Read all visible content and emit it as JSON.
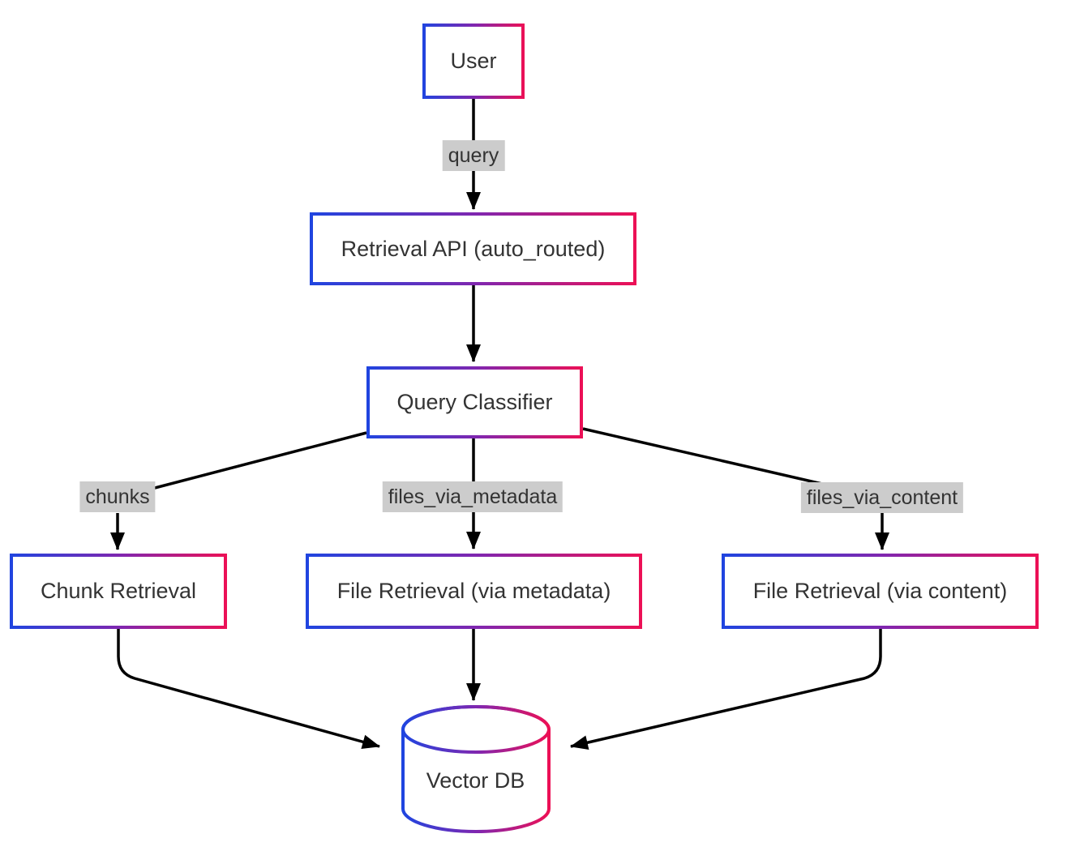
{
  "diagram": {
    "type": "flowchart",
    "background": "#ffffff",
    "node_border_gradient": {
      "left": "#1f45e0",
      "middle": "#8226ae",
      "right": "#ed1055"
    },
    "node_fill": "#ffffff",
    "text_color": "#333333",
    "edge_color": "#000000",
    "edge_label_background": "#cccccc",
    "nodes": [
      {
        "id": "user",
        "label": "User",
        "shape": "rect"
      },
      {
        "id": "retrieval_api",
        "label": "Retrieval API (auto_routed)",
        "shape": "rect"
      },
      {
        "id": "query_classifier",
        "label": "Query Classifier",
        "shape": "rect"
      },
      {
        "id": "chunk_retrieval",
        "label": "Chunk Retrieval",
        "shape": "rect"
      },
      {
        "id": "file_retrieval_metadata",
        "label": "File Retrieval (via metadata)",
        "shape": "rect"
      },
      {
        "id": "file_retrieval_content",
        "label": "File Retrieval (via content)",
        "shape": "rect"
      },
      {
        "id": "vector_db",
        "label": "Vector DB",
        "shape": "cylinder"
      }
    ],
    "edges": [
      {
        "from": "user",
        "to": "retrieval_api",
        "label": "query"
      },
      {
        "from": "retrieval_api",
        "to": "query_classifier",
        "label": ""
      },
      {
        "from": "query_classifier",
        "to": "chunk_retrieval",
        "label": "chunks"
      },
      {
        "from": "query_classifier",
        "to": "file_retrieval_metadata",
        "label": "files_via_metadata"
      },
      {
        "from": "query_classifier",
        "to": "file_retrieval_content",
        "label": "files_via_content"
      },
      {
        "from": "chunk_retrieval",
        "to": "vector_db",
        "label": ""
      },
      {
        "from": "file_retrieval_metadata",
        "to": "vector_db",
        "label": ""
      },
      {
        "from": "file_retrieval_content",
        "to": "vector_db",
        "label": ""
      }
    ]
  }
}
